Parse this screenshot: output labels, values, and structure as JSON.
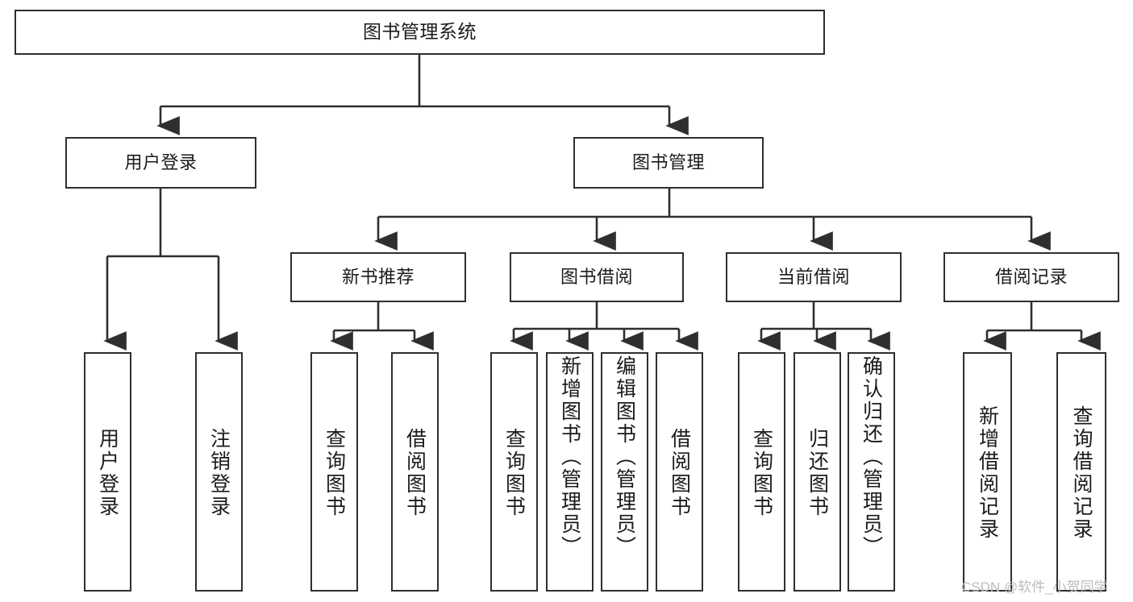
{
  "diagram": {
    "type": "tree-hierarchy-chart",
    "title": "图书管理系统",
    "orientation": "top-down",
    "edge_style": "orthogonal-with-arrowheads",
    "colors": {
      "box_border": "#2f2f2f",
      "box_fill": "#ffffff",
      "text": "#1b1b1b",
      "background": "#ffffff",
      "watermark": "#bcbcbc"
    },
    "levels": [
      {
        "level": 1,
        "nodes": [
          {
            "id": "root",
            "label": "图书管理系统",
            "text_direction": "horizontal"
          }
        ]
      },
      {
        "level": 2,
        "nodes": [
          {
            "id": "login",
            "label": "用户登录",
            "parent": "root",
            "text_direction": "horizontal"
          },
          {
            "id": "bookmgmt",
            "label": "图书管理",
            "parent": "root",
            "text_direction": "horizontal"
          }
        ]
      },
      {
        "level": 3,
        "nodes": [
          {
            "id": "newbook",
            "label": "新书推荐",
            "parent": "bookmgmt",
            "text_direction": "horizontal"
          },
          {
            "id": "borrow",
            "label": "图书借阅",
            "parent": "bookmgmt",
            "text_direction": "horizontal"
          },
          {
            "id": "current",
            "label": "当前借阅",
            "parent": "bookmgmt",
            "text_direction": "horizontal"
          },
          {
            "id": "record",
            "label": "借阅记录",
            "parent": "bookmgmt",
            "text_direction": "horizontal"
          }
        ]
      },
      {
        "level": 4,
        "nodes": [
          {
            "id": "leaf-user-login",
            "label": "用户登录",
            "parent": "login",
            "text_direction": "vertical"
          },
          {
            "id": "leaf-user-logout",
            "label": "注销登录",
            "parent": "login",
            "text_direction": "vertical"
          },
          {
            "id": "leaf-new-query",
            "label": "查询图书",
            "parent": "newbook",
            "text_direction": "vertical"
          },
          {
            "id": "leaf-new-borrow",
            "label": "借阅图书",
            "parent": "newbook",
            "text_direction": "vertical"
          },
          {
            "id": "leaf-borrow-query",
            "label": "查询图书",
            "parent": "borrow",
            "text_direction": "vertical"
          },
          {
            "id": "leaf-borrow-add",
            "label": "新增图书（管理员）",
            "parent": "borrow",
            "text_direction": "vertical"
          },
          {
            "id": "leaf-borrow-edit",
            "label": "编辑图书（管理员）",
            "parent": "borrow",
            "text_direction": "vertical"
          },
          {
            "id": "leaf-borrow-lend",
            "label": "借阅图书",
            "parent": "borrow",
            "text_direction": "vertical"
          },
          {
            "id": "leaf-current-query",
            "label": "查询图书",
            "parent": "current",
            "text_direction": "vertical"
          },
          {
            "id": "leaf-current-return",
            "label": "归还图书",
            "parent": "current",
            "text_direction": "vertical"
          },
          {
            "id": "leaf-current-confirm",
            "label": "确认归还（管理员）",
            "parent": "current",
            "text_direction": "vertical"
          },
          {
            "id": "leaf-record-add",
            "label": "新增借阅记录",
            "parent": "record",
            "text_direction": "vertical"
          },
          {
            "id": "leaf-record-query",
            "label": "查询借阅记录",
            "parent": "record",
            "text_direction": "vertical"
          }
        ]
      }
    ]
  },
  "watermark": {
    "text": "CSDN @软件_小贺同学"
  }
}
